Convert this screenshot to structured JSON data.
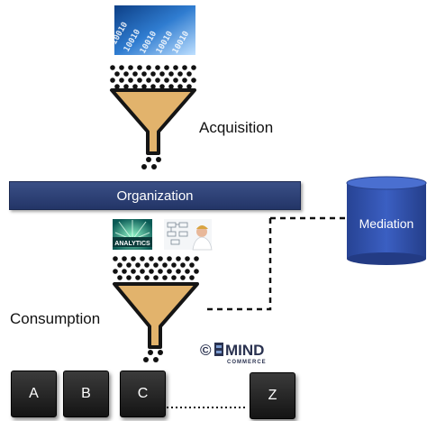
{
  "labels": {
    "acquisition": "Acquisition",
    "organization": "Organization",
    "mediation": "Mediation",
    "consumption": "Consumption"
  },
  "images": {
    "binary_data_text": "10010",
    "analytics_text": "ANALYTICS"
  },
  "keys": [
    "A",
    "B",
    "C",
    "Z"
  ],
  "logo": {
    "symbol": "©",
    "name": "MIND",
    "sub": "COMMERCE"
  },
  "colors": {
    "funnel_fill": "#e2b36c",
    "funnel_stroke": "#151515",
    "bar_fill": "#2c3f75",
    "cylinder_fill": "#2f4ea8",
    "key_fill": "#222222",
    "connector": "#111111"
  }
}
